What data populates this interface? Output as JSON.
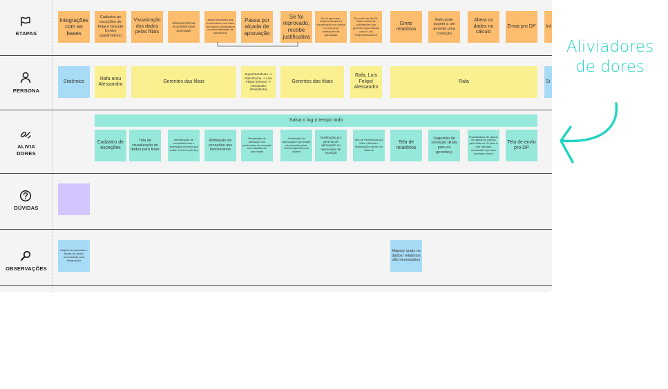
{
  "rows": {
    "etapas": "ETAPAS",
    "persona": "PERSONA",
    "alivia": "ALIVIA\nDORES",
    "duvidas": "DÚVIDAS",
    "observacoes": "OBSERVAÇÕES"
  },
  "etapas": [
    "Integrações com as bases",
    "Cadastra as exceções de Filial e Grande Centro (parâmetros)",
    "Visualização dos dados pelas filiais",
    "Sistema informa inconsistências/ anomalias",
    "Atribui exceções aos funcionários com base nos dados visualizados ou pede alteração de parâmetros",
    "Passa por alçada de aprovação",
    "Se foi reprovado, recebe justificativa",
    "Se foi aprovado, sistema atualiza a visualização dos dados e envia uma notificação de aprovação",
    "Por volta do dia 25, Rafa verifica se solicitações dos gerentes para discutir com o Luís Felipe/Alessandro",
    "Emite relatórios",
    "Rafa pode sugerir a um gerente uma correção",
    "Altera os dados no cálculo",
    "Envia pro DP",
    "Int"
  ],
  "persona": [
    "Sistêmico",
    "Rafa e/ou Alessandro",
    "Gerentes das filiais",
    "Superintendente -> Rafa Rocha -> Luís Felipe (Diretor) -> Alessandro (Presidente)",
    "Gerentes das filiais",
    "Rafa, Luís Felipe/ Alessandro",
    "Rafa",
    "Si"
  ],
  "alivia": {
    "banner": "Salva o log o tempo todo",
    "notes": [
      "Cadastro de exceções",
      "Tela de visualização de dados para filiais",
      "Identificação de inconsistências e anomalias (Informa pra evitar erros no prêmio)",
      "Atribuição de exceções aos funcionários",
      "Requisição de alteração nos parâmetros de exceção com alçadas de aprovação",
      "Solicitação de aprovação/ reprovação de exceção pelos níveis superiores de alçada",
      "Notificação pro gerente de aprovação ou reprovação de exceção",
      "Tela de Pendências pro Rafa / Alertas e Notificações dentro do sistema",
      "Tela de relatórios",
      "Sugestão de correção (Rafa para os gerentes)",
      "Possibilidade de alterar os dados do cálculo pelo Rafa ou Gi (isso é que não seja necessário que eles precisem fazer)",
      "Tela de envio pro DP"
    ]
  },
  "observacoes": [
    "Mapear as planilhas e bases de dados necessárias para integrações",
    "Mapear quais os dados/ relatórios são necessários"
  ],
  "annotation": "Aliviadores de dores",
  "colors": {
    "orange": "#fdbd6e",
    "yellow": "#faf08f",
    "blue": "#a8dcf6",
    "teal": "#96e8db",
    "purple": "#d3c5ff",
    "annotation": "#22d3c4"
  }
}
